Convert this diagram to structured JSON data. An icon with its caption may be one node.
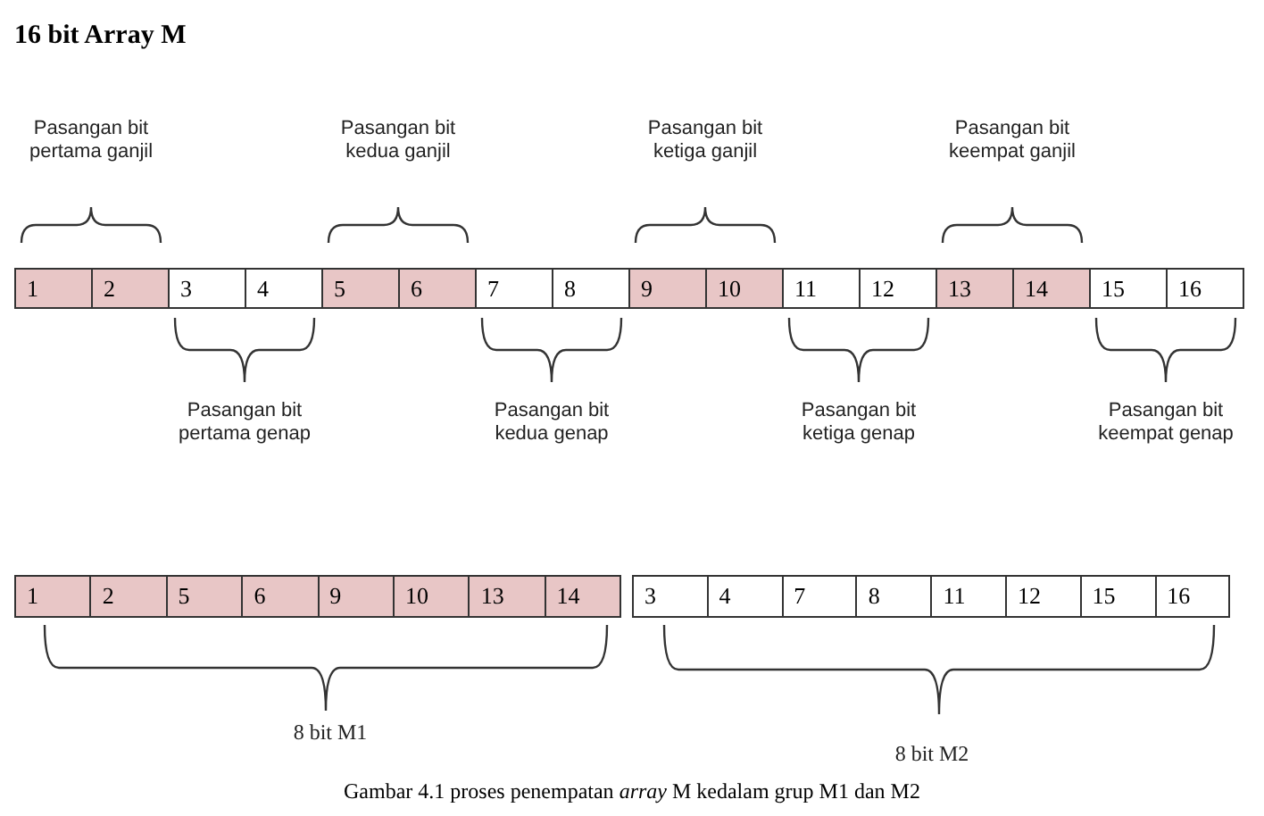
{
  "diagram": {
    "title": "16 bit Array M",
    "caption": "Gambar 4.1 proses penempatan *array* M kedalam grup M1 dan M2",
    "nodes": [
      {
        "text": [
          "1"
        ]
      },
      {
        "text": [
          "2"
        ]
      },
      {
        "text": [
          "3"
        ]
      },
      {
        "text": [
          "4"
        ]
      },
      {
        "text": [
          "5"
        ]
      },
      {
        "text": [
          "6"
        ]
      },
      {
        "text": [
          "7"
        ]
      },
      {
        "text": [
          "8"
        ]
      },
      {
        "text": [
          "9"
        ]
      },
      {
        "text": [
          "10"
        ]
      },
      {
        "text": [
          "11"
        ]
      },
      {
        "text": [
          "12"
        ]
      },
      {
        "text": [
          "13"
        ]
      },
      {
        "text": [
          "14"
        ]
      },
      {
        "text": [
          "15"
        ]
      },
      {
        "text": [
          "16"
        ]
      },
      {
        "text": [
          "1"
        ]
      },
      {
        "text": [
          "2"
        ]
      },
      {
        "text": [
          "5"
        ]
      },
      {
        "text": [
          "6"
        ]
      },
      {
        "text": [
          "9"
        ]
      },
      {
        "text": [
          "10"
        ]
      },
      {
        "text": [
          "13"
        ]
      },
      {
        "text": [
          "14"
        ]
      },
      {
        "text": [
          "3"
        ]
      },
      {
        "text": [
          "4"
        ]
      },
      {
        "text": [
          "7"
        ]
      },
      {
        "text": [
          "8"
        ]
      },
      {
        "text": [
          "11"
        ]
      },
      {
        "text": [
          "12"
        ]
      },
      {
        "text": [
          "15"
        ]
      },
      {
        "text": [
          "16"
        ]
      }
    ],
    "edges": [],
    "labels": [
      "Pasangan bit pertama ganjil",
      "Pasangan bit kedua ganjil",
      "Pasangan bit ketiga ganjil",
      "Pasangan bit keempat ganjil",
      "Pasangan bit pertama genap",
      "Pasangan bit kedua genap",
      "Pasangan bit ketiga genap",
      "Pasangan bit keempat genap",
      "8 bit M1",
      "8 bit M2"
    ]
  }
}
